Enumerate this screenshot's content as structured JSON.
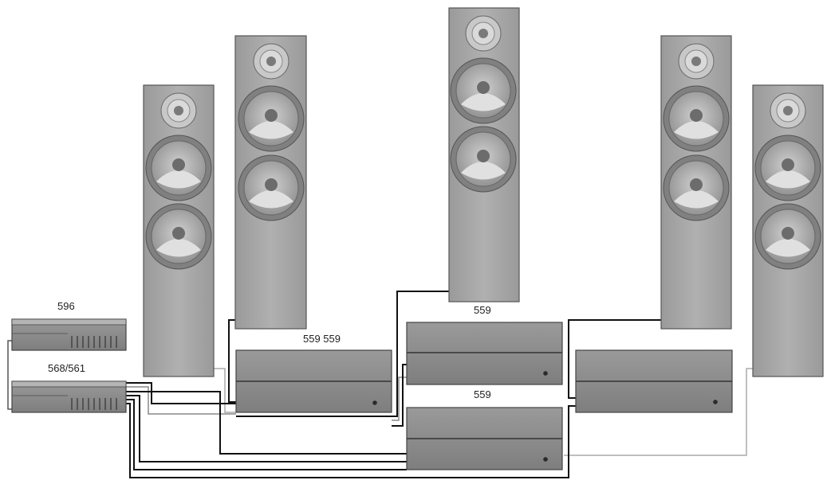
{
  "labels": {
    "pre_top": "596",
    "pre_bottom": "568/561",
    "amp_left": "559 559",
    "amp_center_top": "559",
    "amp_center_bottom": "559"
  },
  "colors": {
    "speaker_cabinet": "#a6a6a6",
    "speaker_edge": "#555555",
    "amp_face": "#8c8c8c",
    "cable": "#111111",
    "cable_light": "#bdbdbd"
  },
  "icons": [
    "tweeter-icon",
    "woofer-icon"
  ]
}
